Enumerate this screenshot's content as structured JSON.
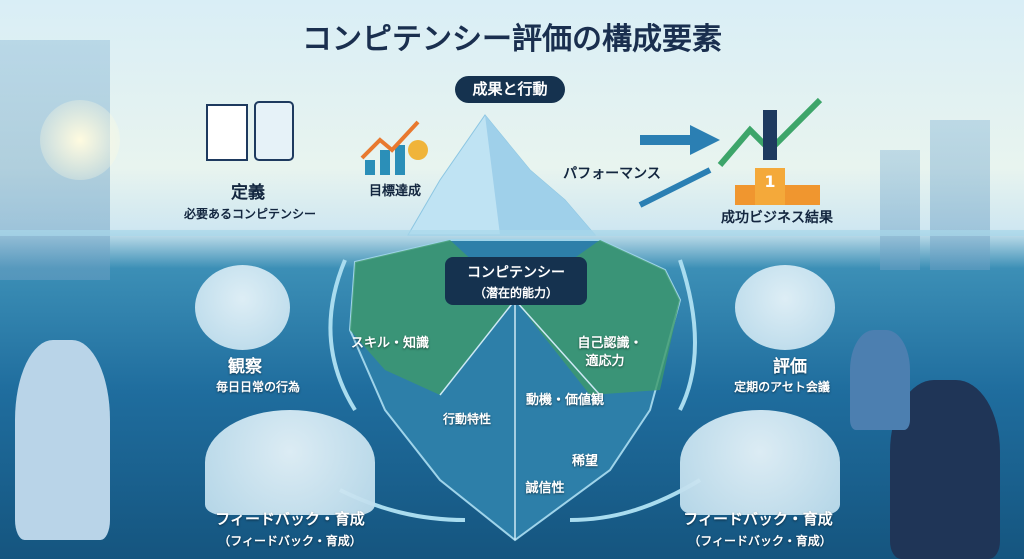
{
  "title": "コンピテンシー評価の構成要素",
  "top_badge": "成果と行動",
  "above_water": {
    "definition": {
      "label": "定義",
      "sub": "必要あるコンピテンシー"
    },
    "goal": {
      "label": "目標達成"
    },
    "performance": {
      "label": "パフォーマンス"
    },
    "success": {
      "label": "成功ビジネス結果",
      "podium_number": "1"
    }
  },
  "core": {
    "title": "コンピテンシー",
    "sub": "（潜在的能力）"
  },
  "below_water": {
    "skills": "スキル・知識",
    "self_awareness_1": "自己認識・",
    "self_awareness_2": "適応力",
    "behavior": "行動特性",
    "motivation": "動機・価値観",
    "aspiration": "稀望",
    "integrity": "誠信性"
  },
  "cycle": {
    "observe": {
      "label": "観察",
      "sub": "毎日日常の行為"
    },
    "evaluate": {
      "label": "評価",
      "sub": "定期のアセト会議"
    },
    "feedback_left": {
      "label": "フィードバック・育成",
      "sub": "（フィードバック・育成）"
    },
    "feedback_right": {
      "label": "フィードバック・育成",
      "sub": "（フィードバック・育成）"
    }
  },
  "colors": {
    "navy": "#13263f",
    "water": "#1f6d9e",
    "green": "#3d9a6a",
    "orange": "#e8792f"
  }
}
